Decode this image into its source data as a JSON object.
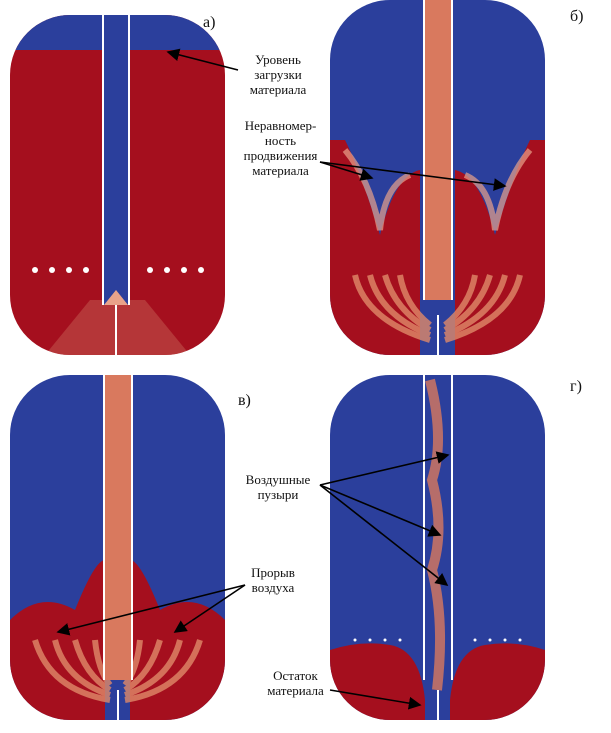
{
  "panels": {
    "a": "а)",
    "b": "б)",
    "c": "в)",
    "d": "г)"
  },
  "annotations": {
    "loading_level": [
      "Уровень",
      "загрузки",
      "материала"
    ],
    "nonuniform": [
      "Неравномер-",
      "ность",
      "продвижения",
      "материала"
    ],
    "air_breakthrough": [
      "Прорыв",
      "воздуха"
    ],
    "air_bubbles": [
      "Воздушные",
      "пузыри"
    ],
    "residue": [
      "Остаток",
      "материала"
    ]
  },
  "colors": {
    "material": "#a50f1e",
    "air": "#2b3f9c",
    "mix": "#e08a6a"
  }
}
